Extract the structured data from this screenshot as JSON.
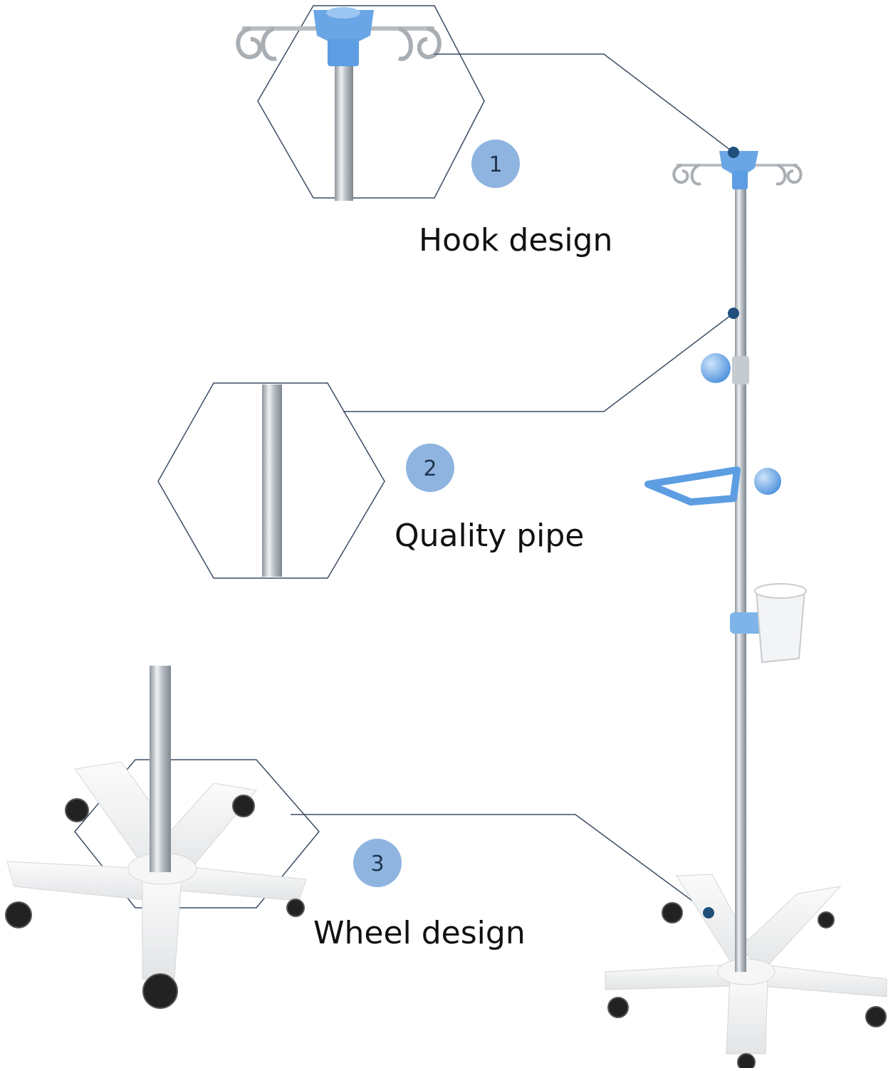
{
  "features": [
    {
      "number": "1",
      "label": "Hook design"
    },
    {
      "number": "2",
      "label": "Quality pipe"
    },
    {
      "number": "3",
      "label": "Wheel design"
    }
  ],
  "colors": {
    "badge": "#8fb4e0",
    "accent_blue": "#6aa6e6",
    "callout_line": "#3b4d63",
    "dot": "#1f4f7a",
    "chrome": "#c4c9ce",
    "base": "#f1f2f3"
  }
}
